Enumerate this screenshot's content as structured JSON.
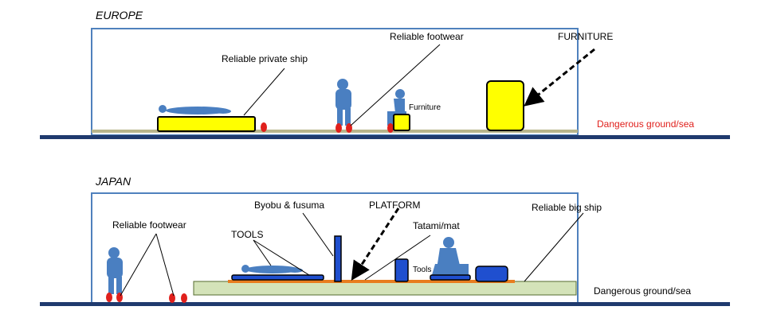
{
  "europe": {
    "title": "EUROPE",
    "labels": {
      "private_ship": "Reliable private ship",
      "footwear": "Reliable footwear",
      "furniture_upper": "FURNITURE",
      "furniture_small": "Furniture",
      "ground": "Dangerous ground/sea"
    }
  },
  "japan": {
    "title": "JAPAN",
    "labels": {
      "footwear": "Reliable footwear",
      "byobu": "Byobu & fusuma",
      "platform": "PLATFORM",
      "big_ship": "Reliable big ship",
      "tools_upper": "TOOLS",
      "tatami": "Tatami/mat",
      "tools_small": "Tools",
      "ground": "Dangerous ground/sea"
    }
  },
  "colors": {
    "figure": "#4a7fc1",
    "yellow": "#ffff00",
    "blue_block": "#1f4fcf",
    "platform_green": "#d4e3b9",
    "ground": "#1f3a6e",
    "frame": "#4f81bd",
    "shoe": "#e0201c",
    "ground_label": "#e0201c",
    "mat_orange": "#e87d1e"
  }
}
